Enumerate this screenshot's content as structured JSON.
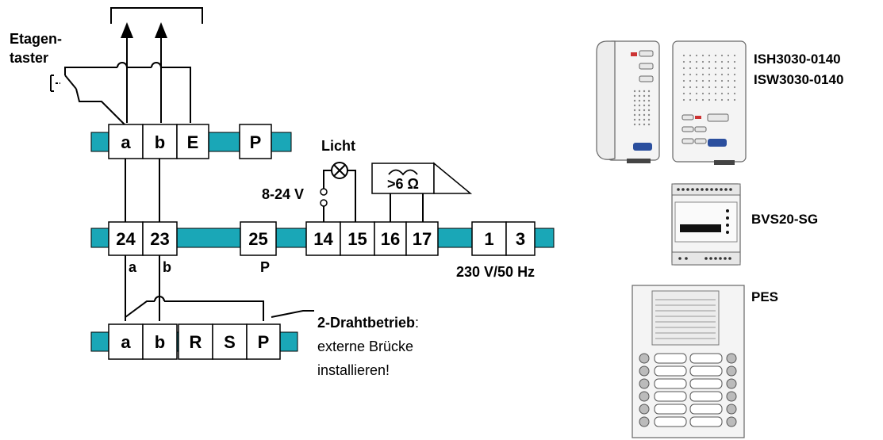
{
  "labels": {
    "etagentaster_line1": "Etagen-",
    "etagentaster_line2": "taster",
    "licht": "Licht",
    "voltage_bell": "8-24 V",
    "resistance": ">6 Ω",
    "mains": "230 V/50 Hz",
    "wire_a": "a",
    "wire_b": "b",
    "under_p": "P",
    "note_bold": "2-Drahtbetrieb",
    "note_colon": ":",
    "note_line2": "externe Brücke",
    "note_line3": "installieren!"
  },
  "top_strip": [
    "a",
    "b",
    "E",
    "P"
  ],
  "middle_strip": [
    "24",
    "23",
    "25",
    "14",
    "15",
    "16",
    "17",
    "1",
    "3"
  ],
  "bottom_strip": [
    "a",
    "b",
    "R",
    "S",
    "P"
  ],
  "devices": {
    "handset_line1": "ISH3030-0140",
    "handset_line2": "ISW3030-0140",
    "controller": "BVS20-SG",
    "door_station": "PES"
  },
  "colors": {
    "terminal_bar": "#1aa7b7",
    "wire": "#000000"
  }
}
